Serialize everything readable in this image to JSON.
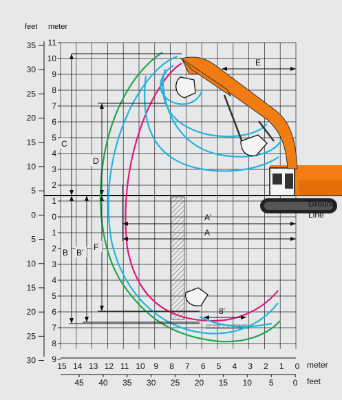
{
  "diagram": {
    "units": {
      "left_feet": "feet",
      "left_meter": "meter",
      "bottom_meter": "meter",
      "bottom_feet": "feet"
    },
    "left_feet_ticks": [
      "35",
      "30",
      "25",
      "20",
      "15",
      "10",
      "5",
      "0",
      "5",
      "10",
      "15",
      "20",
      "25",
      "30"
    ],
    "left_meter_ticks": [
      "11",
      "10",
      "9",
      "8",
      "7",
      "6",
      "5",
      "4",
      "3",
      "2",
      "1",
      "0",
      "1",
      "2",
      "3",
      "4",
      "5",
      "6",
      "7",
      "8",
      "9"
    ],
    "bottom_meter_ticks": [
      "15",
      "14",
      "13",
      "12",
      "11",
      "10",
      "9",
      "8",
      "7",
      "6",
      "5",
      "4",
      "3",
      "2",
      "1",
      "0"
    ],
    "bottom_feet_ticks": [
      "45",
      "40",
      "35",
      "30",
      "25",
      "20",
      "15",
      "10",
      "5",
      "0"
    ],
    "dimension_labels": {
      "A": "A",
      "A_prime": "A'",
      "B": "B",
      "B_prime": "B'",
      "C": "C",
      "D": "D",
      "E": "E",
      "F": "F",
      "eight_prime": "8'"
    },
    "ground_line": "Ground\nLine",
    "ground_line_1": "Ground",
    "ground_line_2": "Line",
    "colors": {
      "green": "#1fa64a",
      "cyan": "#21b4dd",
      "magenta": "#e0187a",
      "orange": "#f07c12",
      "background": "#e7e8ea",
      "grid": "#111111"
    }
  }
}
